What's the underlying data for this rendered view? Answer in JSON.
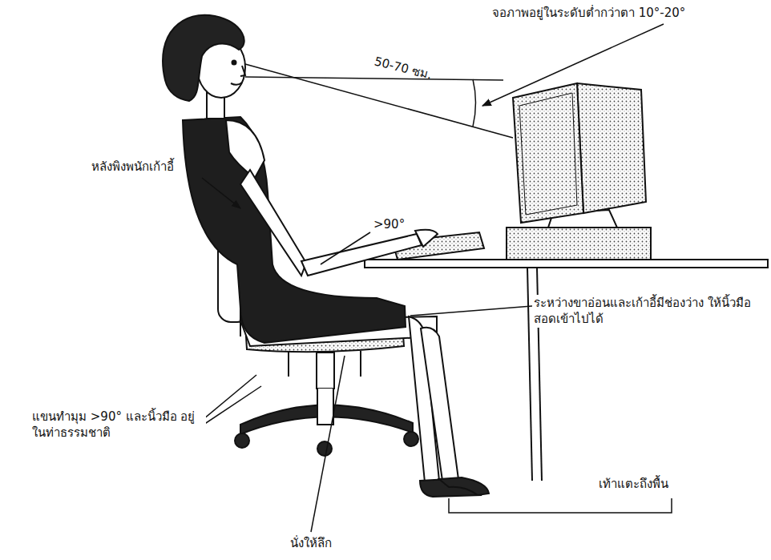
{
  "diagram": {
    "labels": [
      "จอภาพอยู่ในระดับต่ำกว่าตา 10°-20°",
      "50-70 ซม.",
      "หลังพิงพนักเก้าอี้",
      ">90°",
      "ระหว่างขาอ่อนและเก้าอี้มีช่องว่าง ให้นิ้วมือสอดเข้าไปได้",
      "แขนทำมุม >90° และนิ้วมือ อยู่ในท่าธรรมชาติ",
      "เท้าแตะถึงพื้น",
      "นั่งให้ลึก"
    ]
  }
}
